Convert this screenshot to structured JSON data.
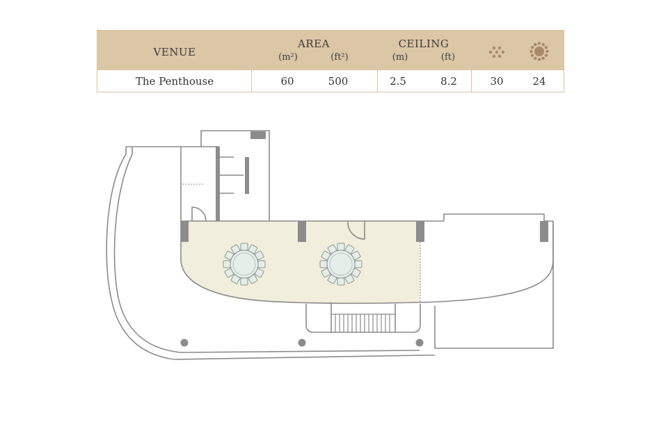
{
  "table": {
    "headers": {
      "venue": "VENUE",
      "area": "AREA",
      "area_unit_m": "(m²)",
      "area_unit_ft": "(ft²)",
      "ceiling": "CEILING",
      "ceiling_unit_m": "(m)",
      "ceiling_unit_ft": "(ft)",
      "capacity_icon_1": "cocktail-dots-icon",
      "capacity_icon_2": "banquet-round-table-icon"
    },
    "row": {
      "venue": "The Penthouse",
      "area_m2": "60",
      "area_ft2": "500",
      "ceiling_m": "2.5",
      "ceiling_ft": "8.2",
      "capacity_1": "30",
      "capacity_2": "24"
    }
  },
  "colors": {
    "header_background": "#dbc6a5",
    "border": "#d8c2a3",
    "icon": "#a88a6a",
    "venue_fill": "#f2eedd",
    "wall_line": "#8a8a8a",
    "column": "#8c8c8c",
    "table_fill": "#e6eeea"
  },
  "floorplan": {
    "highlighted_venue": "The Penthouse",
    "round_tables": 2,
    "chairs_per_table": 12
  }
}
